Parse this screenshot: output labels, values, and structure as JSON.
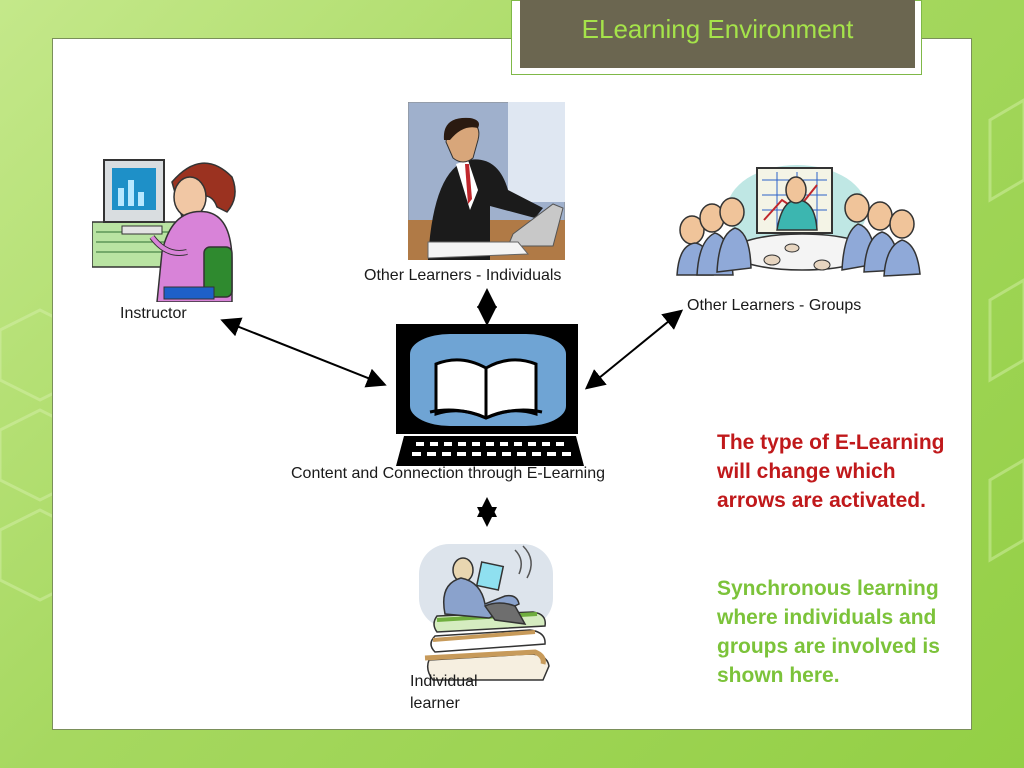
{
  "slide": {
    "title": "ELearning Environment"
  },
  "nodes": {
    "instructor": "Instructor",
    "individuals": "Other Learners - Individuals",
    "groups": "Other Learners - Groups",
    "content": "Content and Connection through E-Learning",
    "learner": "Individual learner"
  },
  "notes": {
    "arrows_note": "The type of E-Learning will change which arrows are activated.",
    "sync_note": "Synchronous learning where individuals and groups are involved is shown here."
  },
  "colors": {
    "title_bg": "#6b6650",
    "title_text": "#a5e34a",
    "note_red": "#c0191b",
    "note_green": "#7cc33a",
    "background": "#a6d860"
  },
  "icons": [
    "instructor-clipart-icon",
    "businessman-laptop-icon",
    "meeting-group-icon",
    "computer-book-icon",
    "reader-on-books-icon"
  ]
}
